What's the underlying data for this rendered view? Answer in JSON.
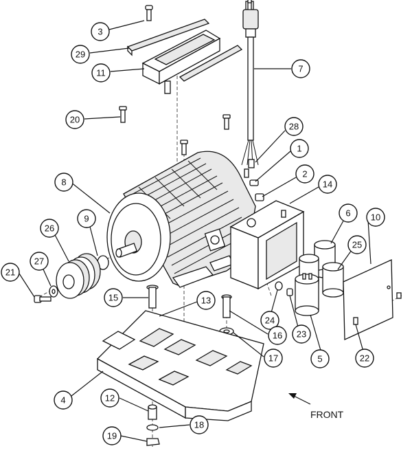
{
  "front_label": "FRONT",
  "callouts": [
    {
      "id": "c3",
      "label": "3"
    },
    {
      "id": "c29",
      "label": "29"
    },
    {
      "id": "c11",
      "label": "11"
    },
    {
      "id": "c7",
      "label": "7"
    },
    {
      "id": "c20",
      "label": "20"
    },
    {
      "id": "c28",
      "label": "28"
    },
    {
      "id": "c1",
      "label": "1"
    },
    {
      "id": "c2",
      "label": "2"
    },
    {
      "id": "c8",
      "label": "8"
    },
    {
      "id": "c14",
      "label": "14"
    },
    {
      "id": "c6",
      "label": "6"
    },
    {
      "id": "c10",
      "label": "10"
    },
    {
      "id": "c9",
      "label": "9"
    },
    {
      "id": "c26",
      "label": "26"
    },
    {
      "id": "c25",
      "label": "25"
    },
    {
      "id": "c27",
      "label": "27"
    },
    {
      "id": "c21",
      "label": "21"
    },
    {
      "id": "c15",
      "label": "15"
    },
    {
      "id": "c13",
      "label": "13"
    },
    {
      "id": "c24",
      "label": "24"
    },
    {
      "id": "c16",
      "label": "16"
    },
    {
      "id": "c23",
      "label": "23"
    },
    {
      "id": "c17",
      "label": "17"
    },
    {
      "id": "c22",
      "label": "22"
    },
    {
      "id": "c5",
      "label": "5"
    },
    {
      "id": "c4",
      "label": "4"
    },
    {
      "id": "c12",
      "label": "12"
    },
    {
      "id": "c18",
      "label": "18"
    },
    {
      "id": "c19",
      "label": "19"
    }
  ]
}
